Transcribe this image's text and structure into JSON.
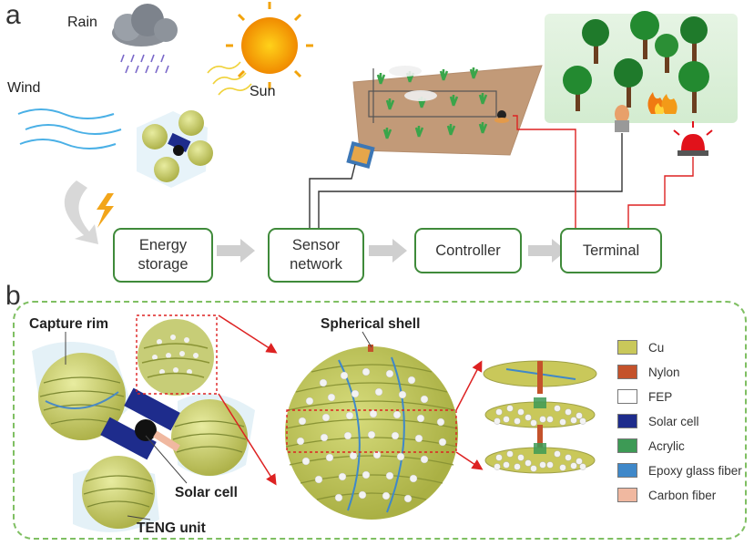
{
  "panel_a": {
    "letter": "a",
    "labels": {
      "rain": "Rain",
      "wind": "Wind",
      "sun": "Sun"
    },
    "flow": [
      {
        "line1": "Energy",
        "line2": "storage"
      },
      {
        "line1": "Sensor",
        "line2": "network"
      },
      {
        "line1": "Controller"
      },
      {
        "line1": "Terminal"
      }
    ]
  },
  "panel_b": {
    "letter": "b",
    "labels": {
      "capture_rim": "Capture rim",
      "spherical_shell": "Spherical shell",
      "solar_cell": "Solar cell",
      "teng_unit": "TENG unit"
    },
    "legend": [
      {
        "label": "Cu",
        "color": "#c9c85a"
      },
      {
        "label": "Nylon",
        "color": "#c4522b"
      },
      {
        "label": "FEP",
        "color": "#ffffff"
      },
      {
        "label": "Solar cell",
        "color": "#1e2c8c"
      },
      {
        "label": "Acrylic",
        "color": "#3d9a55"
      },
      {
        "label": "Epoxy glass fiber",
        "color": "#3f88c9"
      },
      {
        "label": "Carbon fiber",
        "color": "#f0b8a0"
      }
    ]
  }
}
